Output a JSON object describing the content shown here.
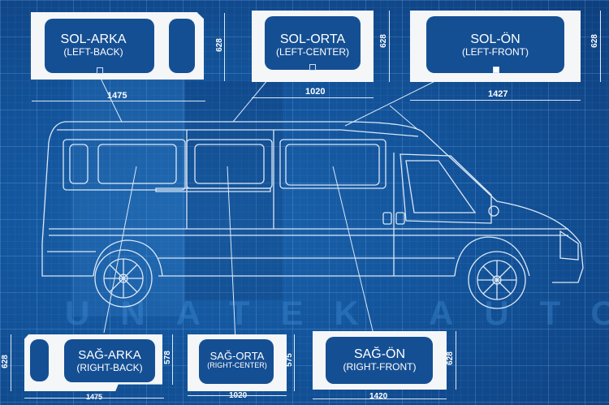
{
  "colors": {
    "background": "#114a8c",
    "grid": "#4f86c4",
    "panel": "#f4f6f8",
    "glass": "#154f93",
    "lines": "#dbe8f7"
  },
  "watermark": "UNATEK AUTO",
  "panels": {
    "left_back": {
      "label": "SOL-ARKA",
      "sublabel": "(LEFT-BACK)",
      "width": "1475",
      "height": "628"
    },
    "left_center": {
      "label": "SOL-ORTA",
      "sublabel": "(LEFT-CENTER)",
      "width": "1020",
      "height": "628"
    },
    "left_front": {
      "label": "SOL-ÖN",
      "sublabel": "(LEFT-FRONT)",
      "width": "1427",
      "height": "628"
    },
    "right_back": {
      "label": "SAĞ-ARKA",
      "sublabel": "(RIGHT-BACK)",
      "width": "1475",
      "height": "628",
      "inner_height": "578"
    },
    "right_center": {
      "label": "SAĞ-ORTA",
      "sublabel": "(RIGHT-CENTER)",
      "width": "1020",
      "height": "575"
    },
    "right_front": {
      "label": "SAĞ-ÖN",
      "sublabel": "(RIGHT-FRONT)",
      "width": "1420",
      "height": "628"
    }
  }
}
